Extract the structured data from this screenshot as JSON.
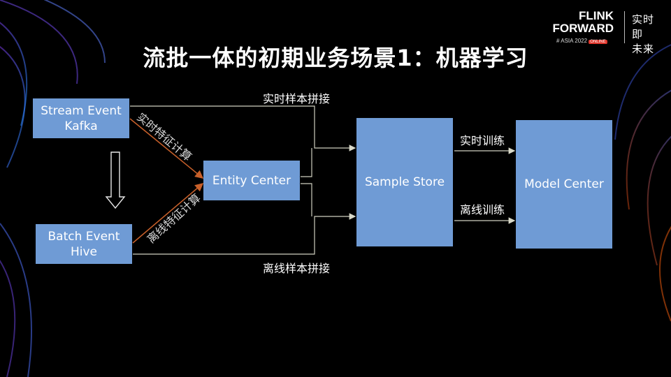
{
  "title": "流批一体的初期业务场景1：机器学习",
  "logo": {
    "line1": "FLINK",
    "line2": "FORWARD",
    "event": "# ASIA 2022",
    "badge": "ONLINE",
    "cn_line1": "实时即",
    "cn_line2": "未来"
  },
  "nodes": {
    "stream": "Stream Event\nKafka",
    "batch": "Batch Event\nHive",
    "entity": "Entity Center",
    "sample": "Sample Store",
    "model": "Model Center"
  },
  "edge_labels": {
    "realtime_feature": "实时特征计算",
    "offline_feature": "离线特征计算",
    "realtime_join": "实时样本拼接",
    "offline_join": "离线样本拼接",
    "realtime_train": "实时训练",
    "offline_train": "离线训练"
  }
}
